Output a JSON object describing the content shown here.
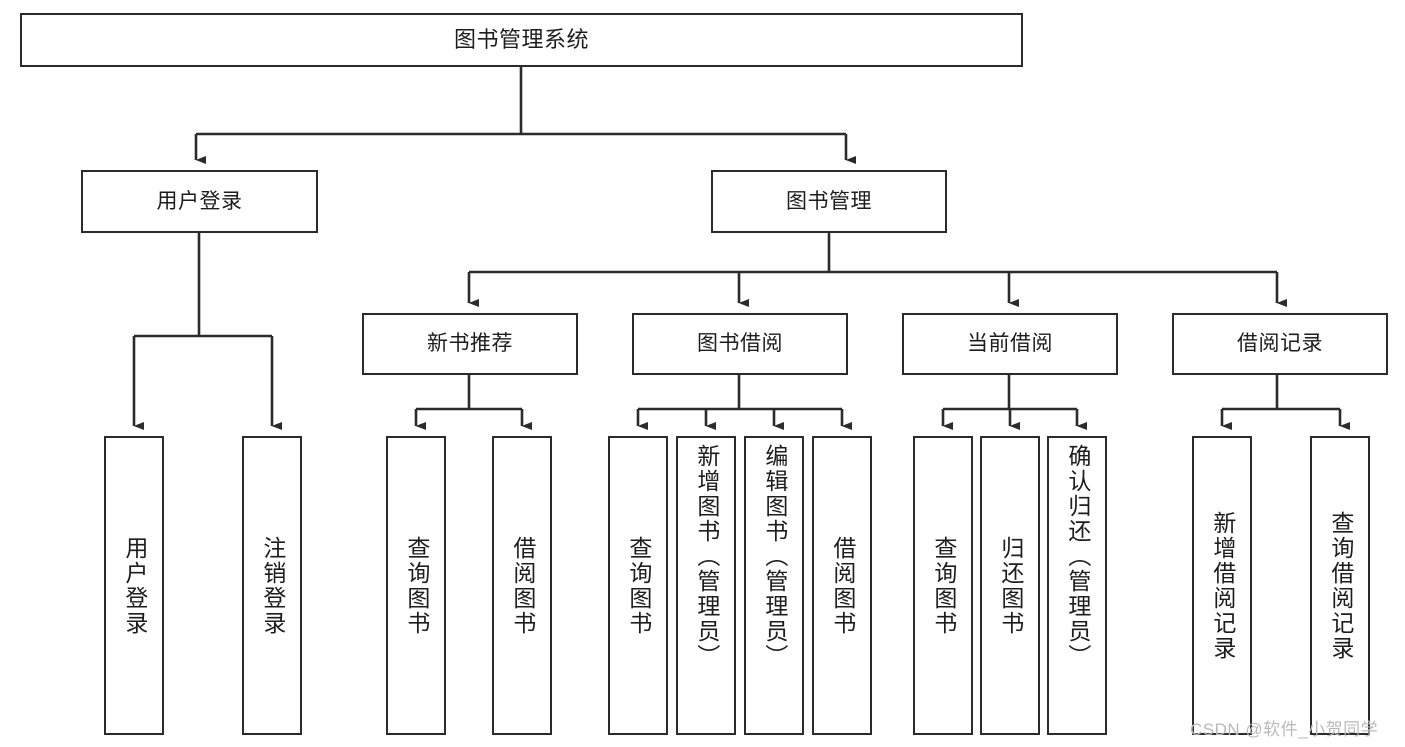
{
  "diagram": {
    "title": "图书管理系统",
    "type": "tree-hierarchy",
    "root": {
      "label": "图书管理系统"
    },
    "level2": [
      {
        "label": "用户登录"
      },
      {
        "label": "图书管理"
      }
    ],
    "level3": [
      {
        "label": "新书推荐"
      },
      {
        "label": "图书借阅"
      },
      {
        "label": "当前借阅"
      },
      {
        "label": "借阅记录"
      }
    ],
    "leaves": {
      "user_login": [
        {
          "label": "用户登录"
        },
        {
          "label": "注销登录"
        }
      ],
      "new_book_recommend": [
        {
          "label": "查询图书"
        },
        {
          "label": "借阅图书"
        }
      ],
      "book_borrow": [
        {
          "label": "查询图书"
        },
        {
          "label": "新增图书（管理员）"
        },
        {
          "label": "编辑图书（管理员）"
        },
        {
          "label": "借阅图书"
        }
      ],
      "current_borrow": [
        {
          "label": "查询图书"
        },
        {
          "label": "归还图书"
        },
        {
          "label": "确认归还（管理员）"
        }
      ],
      "borrow_record": [
        {
          "label": "新增借阅记录"
        },
        {
          "label": "查询借阅记录"
        }
      ]
    }
  },
  "watermark": {
    "text": "CSDN @软件_小贺同学"
  },
  "colors": {
    "stroke": "#2b2b2b",
    "background": "#ffffff",
    "text": "#1d1d1d",
    "watermark": "#b9b9b9"
  }
}
